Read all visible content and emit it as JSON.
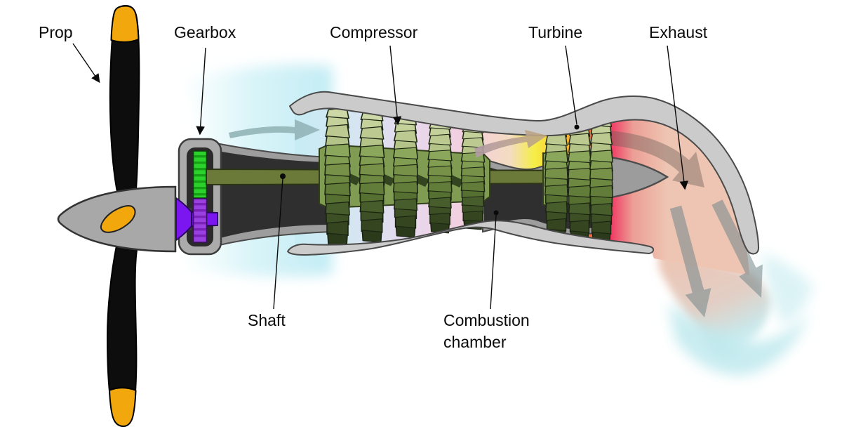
{
  "diagram": {
    "labels": {
      "prop": "Prop",
      "gearbox": "Gearbox",
      "compressor": "Compressor",
      "turbine": "Turbine",
      "exhaust": "Exhaust",
      "shaft": "Shaft",
      "combustion_chamber": "Combustion chamber"
    },
    "palette": {
      "prop_blade": "#0D0D0D",
      "prop_tip": "#F2A80C",
      "spinner_gray": "#A8A8A8",
      "purple_shaft": "#7B16F0",
      "gear_green": "#2BD22B",
      "gear_purple": "#9A3FE0",
      "engine_shaft_olive": "#6B7A38",
      "rotor_drum_green": "#7F9C52",
      "blade_pale_green": "#C4D19B",
      "blade_dark_green": "#3D5025",
      "cowl_gray": "#CBCBCB",
      "intake_cyan": "#C2ECF4",
      "combustion_pink": "#F4CEDE",
      "flame_yellow": "#F5EE46",
      "flame_orange": "#FBA02E",
      "flame_red": "#F0315F",
      "exhaust_salmon": "#EEC4B2",
      "flow_arrow_gray": "#96B7BA"
    }
  }
}
